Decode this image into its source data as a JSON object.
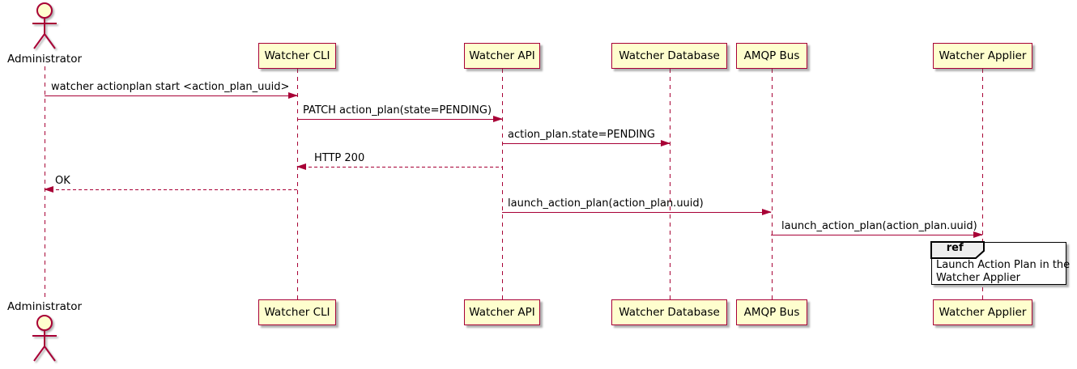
{
  "diagram": {
    "type": "sequence",
    "colors": {
      "border": "#A80036",
      "fill": "#FEFECE",
      "line": "#A80036",
      "text": "#000000",
      "ref_tab_fill": "#EEEEEE",
      "ref_border": "#000000"
    },
    "actor": {
      "name": "Administrator"
    },
    "participants": [
      {
        "name": "Watcher CLI"
      },
      {
        "name": "Watcher API"
      },
      {
        "name": "Watcher Database"
      },
      {
        "name": "AMQP Bus"
      },
      {
        "name": "Watcher Applier"
      }
    ],
    "messages": [
      {
        "label": "watcher actionplan start <action_plan_uuid>",
        "from": "Administrator",
        "to": "Watcher CLI",
        "style": "solid"
      },
      {
        "label": "PATCH action_plan(state=PENDING)",
        "from": "Watcher CLI",
        "to": "Watcher API",
        "style": "solid"
      },
      {
        "label": "action_plan.state=PENDING",
        "from": "Watcher API",
        "to": "Watcher Database",
        "style": "solid"
      },
      {
        "label": "HTTP 200",
        "from": "Watcher API",
        "to": "Watcher CLI",
        "style": "dashed"
      },
      {
        "label": "OK",
        "from": "Watcher CLI",
        "to": "Administrator",
        "style": "dashed"
      },
      {
        "label": "launch_action_plan(action_plan.uuid)",
        "from": "Watcher API",
        "to": "AMQP Bus",
        "style": "solid"
      },
      {
        "label": "launch_action_plan(action_plan.uuid)",
        "from": "AMQP Bus",
        "to": "Watcher Applier",
        "style": "solid"
      }
    ],
    "ref": {
      "keyword": "ref",
      "line1": "Launch Action Plan in the",
      "line2": "Watcher Applier"
    }
  }
}
